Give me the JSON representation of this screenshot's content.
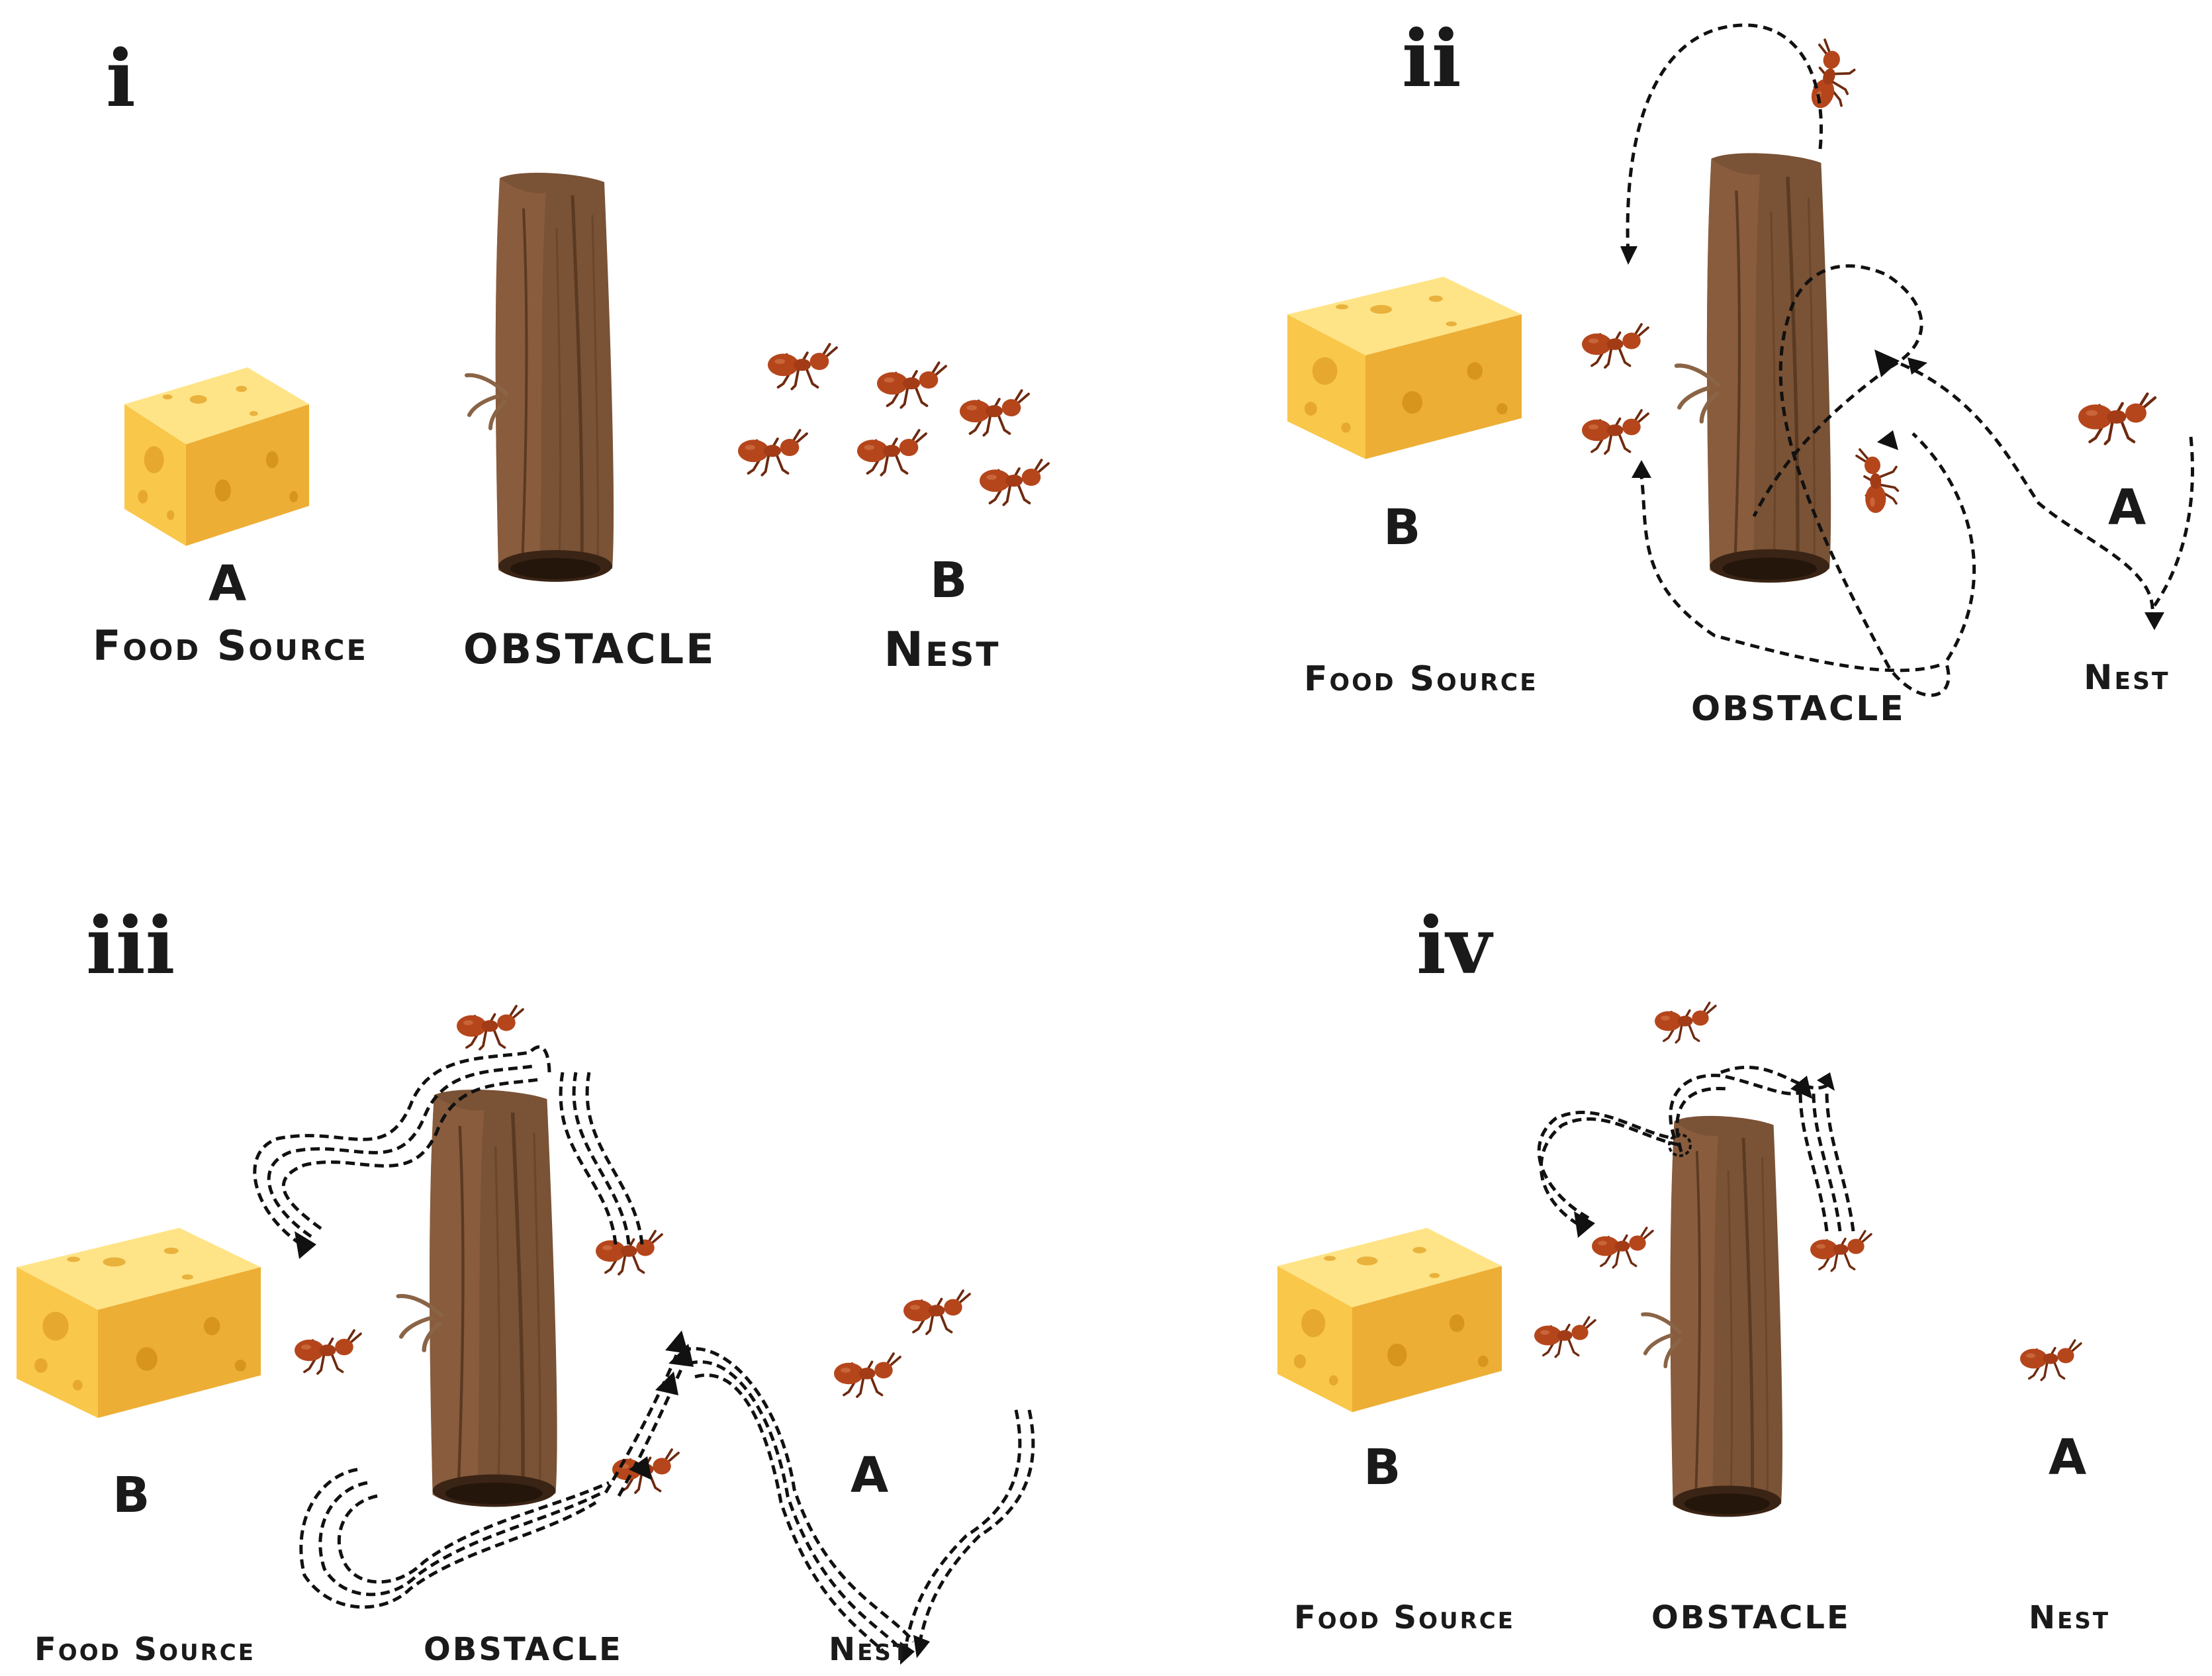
{
  "panels": [
    {
      "numeral": "i",
      "labels": {
        "food_letter": "A",
        "food_caption": "Food Source",
        "obstacle": "OBSTACLE",
        "nest_letter": "B",
        "nest_caption": "Nest"
      }
    },
    {
      "numeral": "ii",
      "labels": {
        "food_letter": "B",
        "food_caption": "Food Source",
        "obstacle": "OBSTACLE",
        "nest_letter": "A",
        "nest_caption": "Nest"
      }
    },
    {
      "numeral": "iii",
      "labels": {
        "food_letter": "B",
        "food_caption": "Food Source",
        "obstacle": "OBSTACLE",
        "nest_letter": "A",
        "nest_caption": "Nest"
      }
    },
    {
      "numeral": "iv",
      "labels": {
        "food_letter": "B",
        "food_caption": "Food Source",
        "obstacle": "OBSTACLE",
        "nest_letter": "A",
        "nest_caption": "Nest"
      }
    }
  ],
  "icons": {
    "food": "cheese-icon",
    "obstacle": "log-icon",
    "agent": "ant-icon"
  },
  "colors": {
    "cheese": "#F9C74A",
    "cheese_dark": "#E9A52C",
    "log": "#7A5235",
    "log_dark": "#4A2E1C",
    "ant": "#B5461C",
    "ant_dark": "#6E2A10",
    "path": "#111111"
  }
}
